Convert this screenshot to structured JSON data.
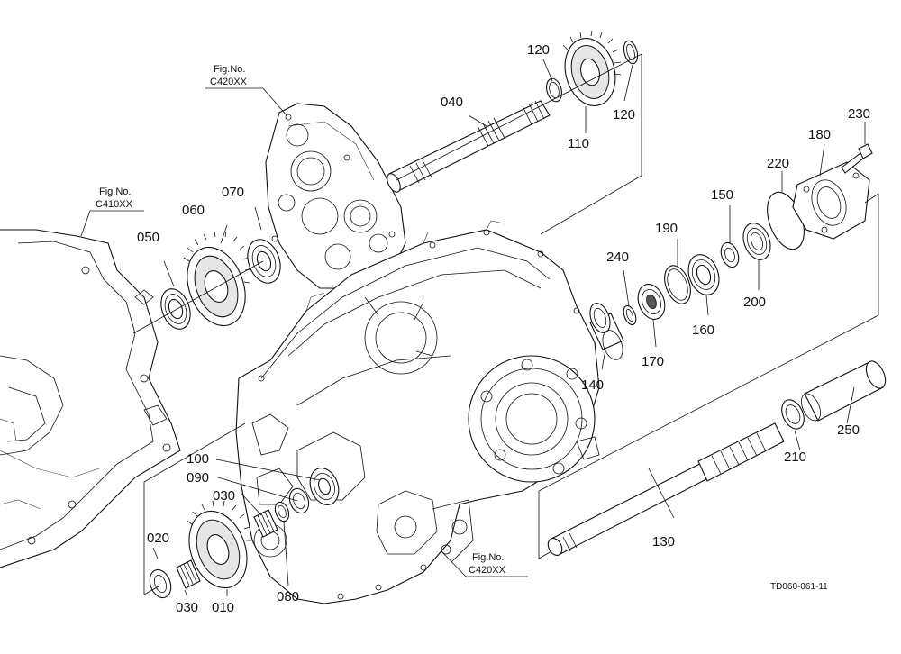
{
  "diagram": {
    "part_labels": {
      "p010": "010",
      "p020": "020",
      "p030a": "030",
      "p030b": "030",
      "p040": "040",
      "p050": "050",
      "p060": "060",
      "p070": "070",
      "p080": "080",
      "p090": "090",
      "p100": "100",
      "p110": "110",
      "p120a": "120",
      "p120b": "120",
      "p130": "130",
      "p140": "140",
      "p150": "150",
      "p160": "160",
      "p170": "170",
      "p180": "180",
      "p190": "190",
      "p200": "200",
      "p210": "210",
      "p220": "220",
      "p230": "230",
      "p240": "240",
      "p250": "250"
    },
    "fig_refs": {
      "top": {
        "line1": "Fig.No.",
        "line2": "C420XX"
      },
      "left": {
        "line1": "Fig.No.",
        "line2": "C410XX"
      },
      "bottom": {
        "line1": "Fig.No.",
        "line2": "C420XX"
      }
    },
    "drawing_code": "TD060-061-11"
  }
}
